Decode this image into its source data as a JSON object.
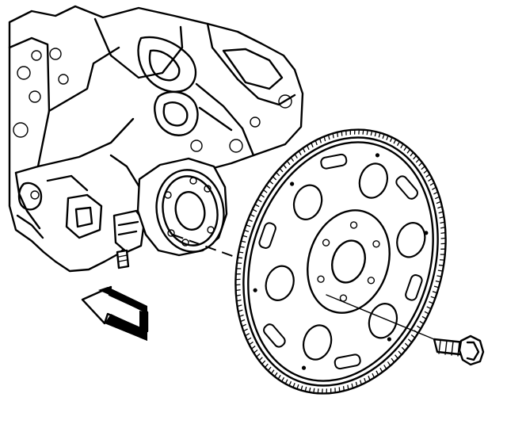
{
  "figure": {
    "colors": {
      "ink": "#000000",
      "paper": "#ffffff"
    },
    "parts": [
      {
        "name": "engine-block",
        "icon": "engine-block-icon"
      },
      {
        "name": "crankshaft-flange",
        "icon": "crankshaft-flange-icon"
      },
      {
        "name": "flexplate",
        "icon": "flexplate-icon"
      },
      {
        "name": "flexplate-bolt",
        "icon": "bolt-icon"
      },
      {
        "name": "direction-arrow",
        "icon": "arrow-icon"
      }
    ]
  }
}
